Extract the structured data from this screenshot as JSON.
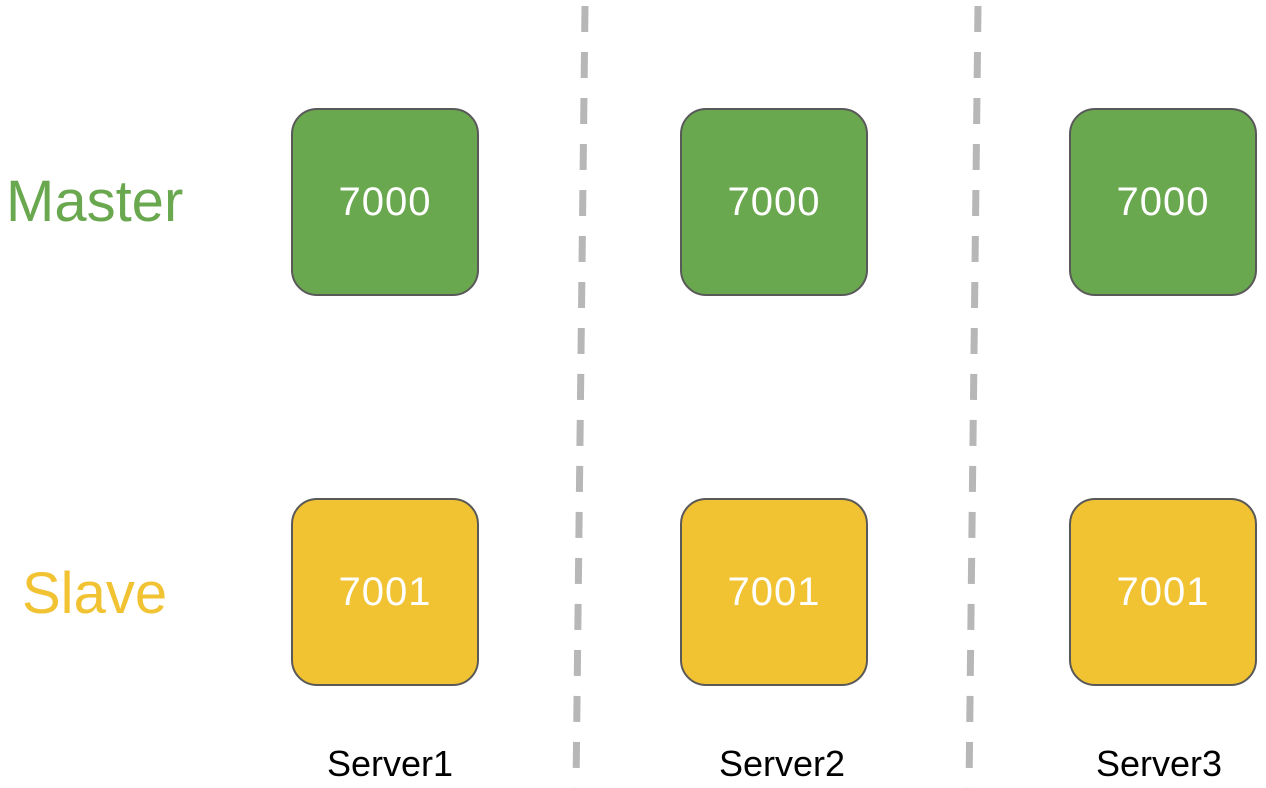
{
  "roles": {
    "master": "Master",
    "slave": "Slave"
  },
  "servers": [
    {
      "name": "Server1",
      "master_port": "7000",
      "slave_port": "7001"
    },
    {
      "name": "Server2",
      "master_port": "7000",
      "slave_port": "7001"
    },
    {
      "name": "Server3",
      "master_port": "7000",
      "slave_port": "7001"
    }
  ],
  "colors": {
    "master": "#6aa84f",
    "slave": "#f1c232",
    "divider": "#b7b7b7",
    "node_border": "#595959"
  }
}
